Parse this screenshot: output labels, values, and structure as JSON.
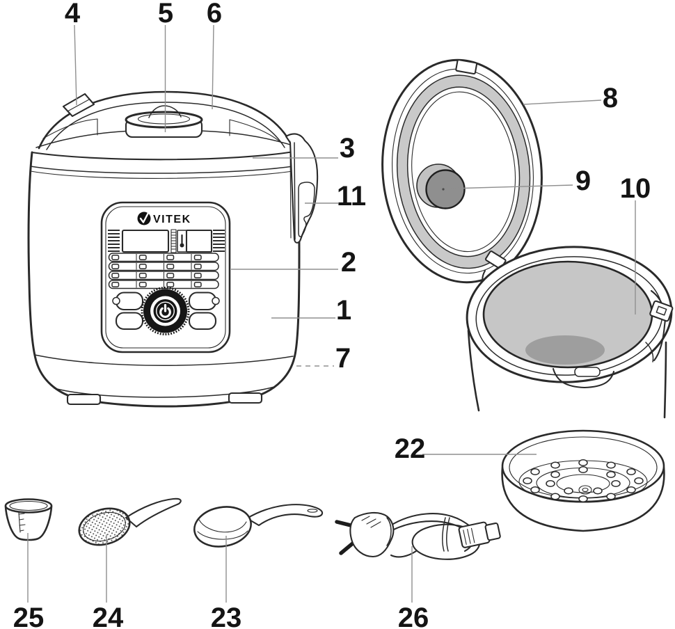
{
  "brand": {
    "logo_text": "VITEK"
  },
  "colors": {
    "line": "#2a2a2a",
    "leader": "#8f8f8f",
    "seal_ring_gray": "#c9c9c9",
    "bowl_gray": "#c6c6c6",
    "bowl_bottom_gray": "#9e9e9e",
    "knob_black": "#161616"
  },
  "parts": {
    "body": "1",
    "control_panel": "2",
    "lid": "3",
    "lid_release_button": "4",
    "steam_valve": "5",
    "carry_handle": "6",
    "base": "7",
    "sealing_ring": "8",
    "lid_valve": "9",
    "inner_bowl": "10",
    "side_handle": "11",
    "steam_basket": "22",
    "ladle": "23",
    "rice_spoon": "24",
    "measuring_cup": "25",
    "power_cord": "26"
  }
}
